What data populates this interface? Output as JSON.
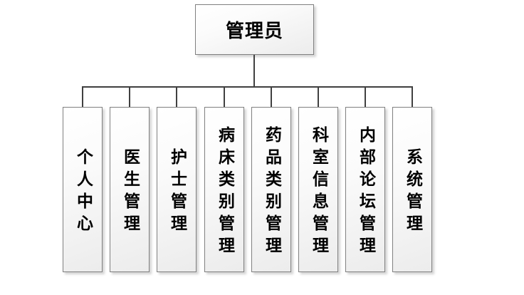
{
  "diagram": {
    "title": "admin-role-hierarchy",
    "root": {
      "label": "管理员"
    },
    "children": [
      {
        "label": "个人中心"
      },
      {
        "label": "医生管理"
      },
      {
        "label": "护士管理"
      },
      {
        "label": "病床类别管理"
      },
      {
        "label": "药品类别管理"
      },
      {
        "label": "科室信息管理"
      },
      {
        "label": "内部论坛管理"
      },
      {
        "label": "系统管理"
      }
    ]
  },
  "colors": {
    "background": "#ffffff",
    "box_fill_top": "#fbfbfb",
    "box_fill_bottom": "#ececec",
    "box_border": "#808080",
    "connector": "#404040",
    "text": "#000000"
  }
}
